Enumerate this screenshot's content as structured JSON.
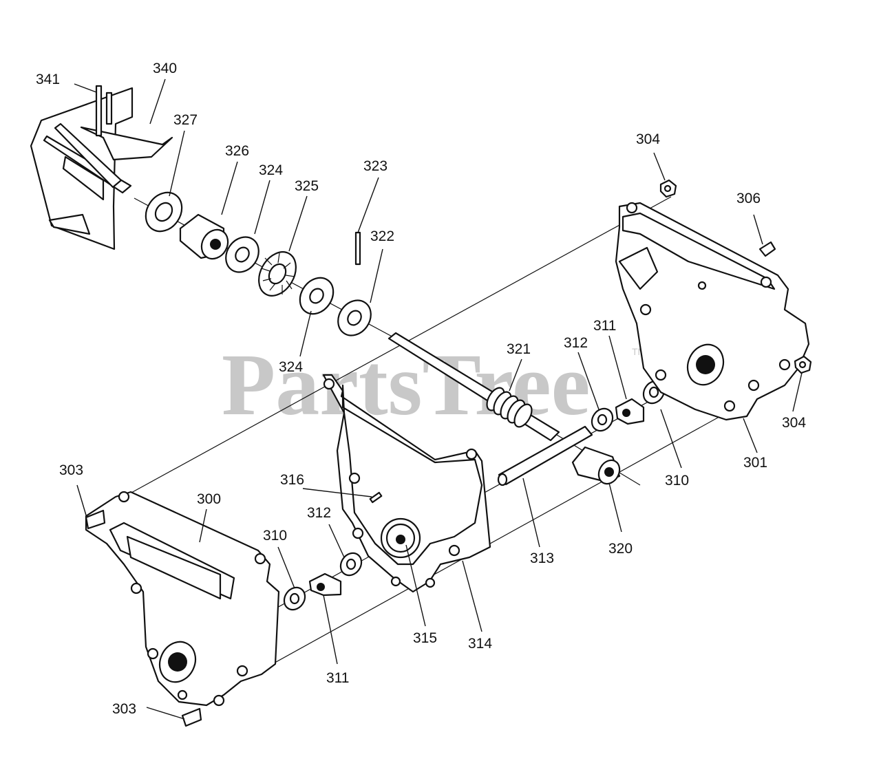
{
  "watermark": {
    "text": "PartsTree",
    "trademark": "TM"
  },
  "labels": [
    {
      "id": "341",
      "text": "341"
    },
    {
      "id": "340",
      "text": "340"
    },
    {
      "id": "327",
      "text": "327"
    },
    {
      "id": "326",
      "text": "326"
    },
    {
      "id": "324a",
      "text": "324"
    },
    {
      "id": "325",
      "text": "325"
    },
    {
      "id": "323",
      "text": "323"
    },
    {
      "id": "322",
      "text": "322"
    },
    {
      "id": "324b",
      "text": "324"
    },
    {
      "id": "304a",
      "text": "304"
    },
    {
      "id": "306",
      "text": "306"
    },
    {
      "id": "321",
      "text": "321"
    },
    {
      "id": "312a",
      "text": "312"
    },
    {
      "id": "311a",
      "text": "311"
    },
    {
      "id": "304b",
      "text": "304"
    },
    {
      "id": "301",
      "text": "301"
    },
    {
      "id": "310a",
      "text": "310"
    },
    {
      "id": "303a",
      "text": "303"
    },
    {
      "id": "300",
      "text": "300"
    },
    {
      "id": "316",
      "text": "316"
    },
    {
      "id": "312b",
      "text": "312"
    },
    {
      "id": "310b",
      "text": "310"
    },
    {
      "id": "313",
      "text": "313"
    },
    {
      "id": "320",
      "text": "320"
    },
    {
      "id": "315",
      "text": "315"
    },
    {
      "id": "314",
      "text": "314"
    },
    {
      "id": "311b",
      "text": "311"
    },
    {
      "id": "303b",
      "text": "303"
    }
  ]
}
